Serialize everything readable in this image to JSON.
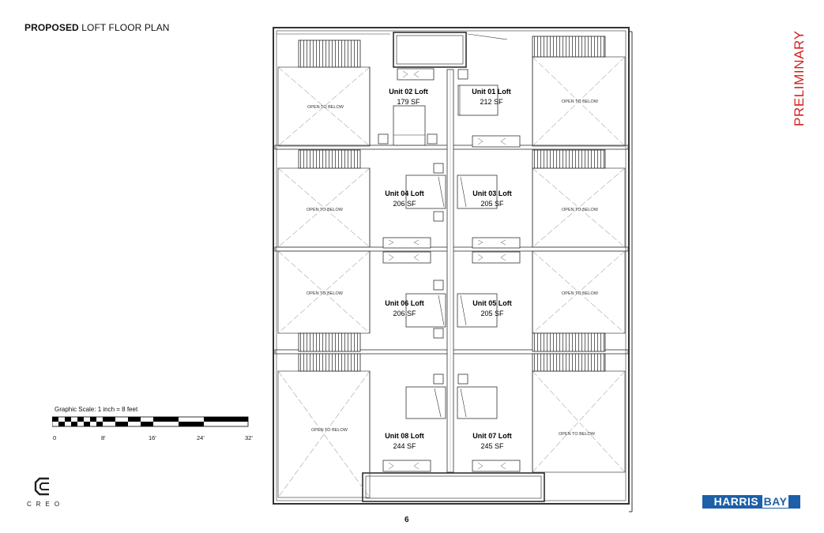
{
  "title": {
    "bold": "PROPOSED",
    "rest": "LOFT FLOOR PLAN"
  },
  "stamp": "PRELIMINARY",
  "page_number": "6",
  "scale": {
    "label": "Graphic Scale: 1 inch = 8 feet",
    "ticks": [
      "0",
      "8'",
      "16'",
      "24'",
      "32'"
    ]
  },
  "logo_text": "CREO",
  "brand": {
    "part1": "HARRIS",
    "part2": "BAY"
  },
  "open_to_below": "OPEN TO BELOW",
  "units": [
    {
      "name": "Unit 02 Loft",
      "area": "179 SF"
    },
    {
      "name": "Unit 01 Loft",
      "area": "212 SF"
    },
    {
      "name": "Unit 04 Loft",
      "area": "206 SF"
    },
    {
      "name": "Unit 03 Loft",
      "area": "205 SF"
    },
    {
      "name": "Unit 06 Loft",
      "area": "206 SF"
    },
    {
      "name": "Unit 05 Loft",
      "area": "205 SF"
    },
    {
      "name": "Unit 08 Loft",
      "area": "244 SF"
    },
    {
      "name": "Unit 07 Loft",
      "area": "245 SF"
    }
  ]
}
